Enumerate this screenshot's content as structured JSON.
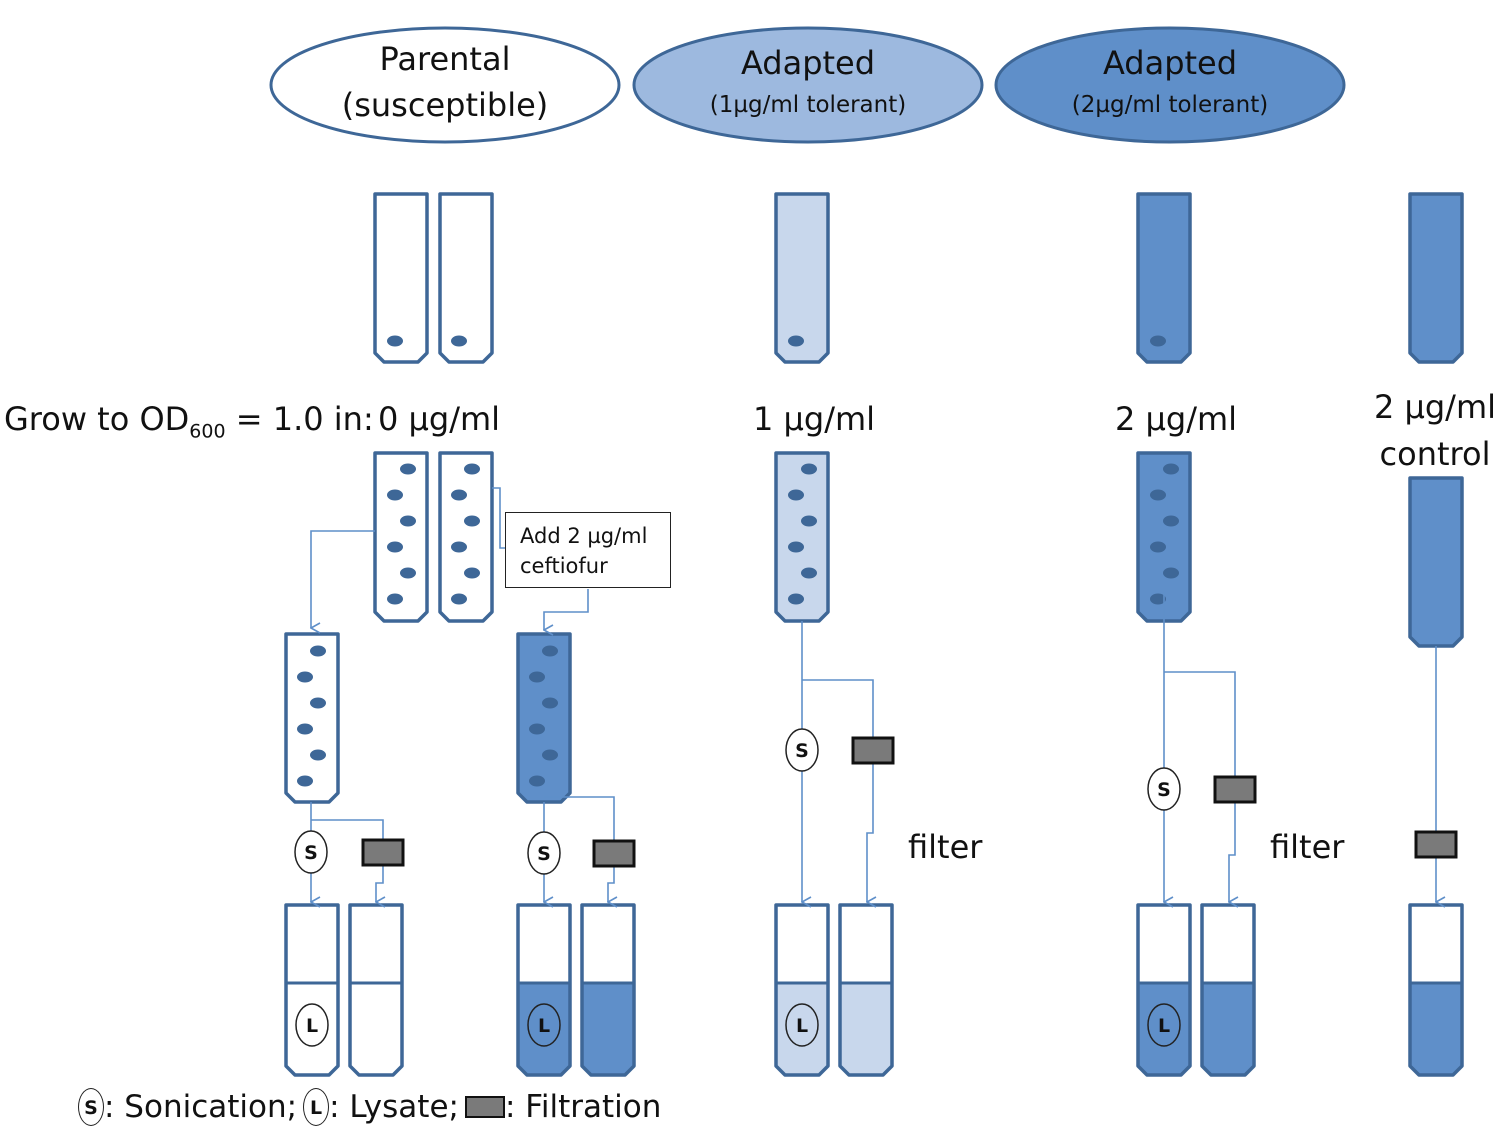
{
  "header": {
    "parental_title": "Parental",
    "parental_sub": "(susceptible)",
    "adapted1_title": "Adapted",
    "adapted1_sub": "(1µg/ml tolerant)",
    "adapted2_title": "Adapted",
    "adapted2_sub": "(2µg/ml tolerant)"
  },
  "growth": {
    "prefix": "Grow to OD",
    "subscript": "600",
    "suffix": " = 1.0 in:",
    "conc0": "0 µg/ml",
    "conc1": "1 µg/ml",
    "conc2": "2 µg/ml",
    "control_line1": "2 µg/ml",
    "control_line2": "control"
  },
  "note": {
    "line1": "Add 2 µg/ml",
    "line2": "ceftiofur"
  },
  "labels": {
    "filter": "filter",
    "sonication_symbol": "S",
    "lysate_symbol": "L"
  },
  "legend": {
    "s_symbol": "S",
    "sonication": ": Sonication;",
    "l_symbol": "L",
    "lysate": ": Lysate;",
    "filtration": ": Filtration"
  },
  "colors": {
    "outline": "#3e6797",
    "light_fill": "#c8d7ec",
    "medium_fill": "#9db9df",
    "dark_fill": "#5f8fc9",
    "filter_grey": "#7a7a7a"
  }
}
